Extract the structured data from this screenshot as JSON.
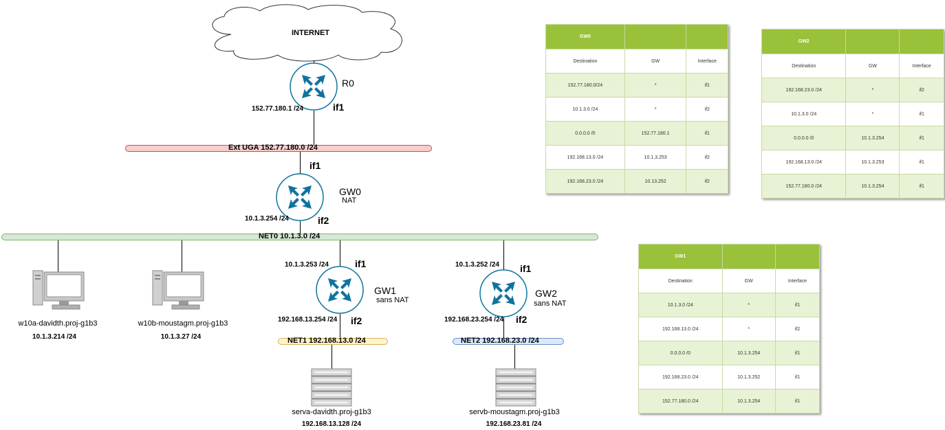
{
  "internet": {
    "label": "INTERNET"
  },
  "routers": {
    "r0": {
      "name": "R0",
      "ip": "152.77.180.1 /24",
      "if_a": "if1"
    },
    "gw0": {
      "name": "GW0",
      "sub": "NAT",
      "if_top": "if1",
      "if_bottom": "if2",
      "ip": "10.1.3.254 /24"
    },
    "gw1": {
      "name": "GW1",
      "sub": "sans NAT",
      "if_top": "if1",
      "if_bottom": "if2",
      "ip_top": "10.1.3.253 /24",
      "ip_bottom": "192.168.13.254 /24"
    },
    "gw2": {
      "name": "GW2",
      "sub": "sans NAT",
      "if_top": "if1",
      "if_bottom": "if2",
      "ip_top": "10.1.3.252 /24",
      "ip_bottom": "192.168.23.254 /24"
    }
  },
  "networks": {
    "ext": {
      "label": "Ext UGA 152.77.180.0 /24",
      "fill": "#f8cecc",
      "stroke": "#b85450"
    },
    "net0": {
      "label": "NET0 10.1.3.0 /24",
      "fill": "#d5e8d4",
      "stroke": "#82b366"
    },
    "net1": {
      "label": "NET1 192.168.13.0 /24",
      "fill": "#fff2cc",
      "stroke": "#d6b656"
    },
    "net2": {
      "label": "NET2 192.168.23.0 /24",
      "fill": "#dae8fc",
      "stroke": "#6c8ebf"
    }
  },
  "hosts": [
    {
      "name": "w10a-davidth.proj-g1b3",
      "ip": "10.1.3.214 /24"
    },
    {
      "name": "w10b-moustagm.proj-g1b3",
      "ip": "10.1.3.27 /24"
    },
    {
      "name": "serva-davidth.proj-g1b3",
      "ip": "192.168.13.128 /24"
    },
    {
      "name": "servb-moustagm.proj-g1b3",
      "ip": "192.168.23.81 /24"
    }
  ],
  "colors": {
    "router": "#10739e",
    "table_header": "#99c13a",
    "table_row_alt": "#e8f2d4"
  },
  "tables": {
    "gw0": {
      "title": "GW0",
      "headers": [
        "Destination",
        "GW",
        "Interface"
      ],
      "rows": [
        [
          "152.77.180.0/24",
          "*",
          "if1"
        ],
        [
          "10.1.3.0 /24",
          "*",
          "if2"
        ],
        [
          "0.0.0.0 /0",
          "152.77.180.1",
          "if1"
        ],
        [
          "192.168.13.0 /24",
          "10.1.3.253",
          "if2"
        ],
        [
          "192.168.23.0 /24",
          "10.13.252",
          "if2"
        ]
      ]
    },
    "gw2": {
      "title": "GW2",
      "headers": [
        "Destination",
        "GW",
        "Interface"
      ],
      "rows": [
        [
          "192.168.23.0 /24",
          "*",
          "if2"
        ],
        [
          "10.1.3.0 /24",
          "*",
          "if1"
        ],
        [
          "0.0.0.0 /0",
          "10.1.3.254",
          "if1"
        ],
        [
          "192.168.13.0 /24",
          "10.1.3.253",
          "if1"
        ],
        [
          "152.77.180.0 /24",
          "10.1.3.254",
          "if1"
        ]
      ]
    },
    "gw1": {
      "title": "GW1",
      "headers": [
        "Destination",
        "GW",
        "Interface"
      ],
      "rows": [
        [
          "10.1.3.0 /24",
          "*",
          "if1"
        ],
        [
          "192.168.13.0 /24",
          "*",
          "if2"
        ],
        [
          "0.0.0.0 /0",
          "10.1.3.254",
          "if1"
        ],
        [
          "192.168.23.0 /24",
          "10.1.3.252",
          "if1"
        ],
        [
          "152.77.180.0 /24",
          "10.1.3.254",
          "if1"
        ]
      ]
    }
  }
}
